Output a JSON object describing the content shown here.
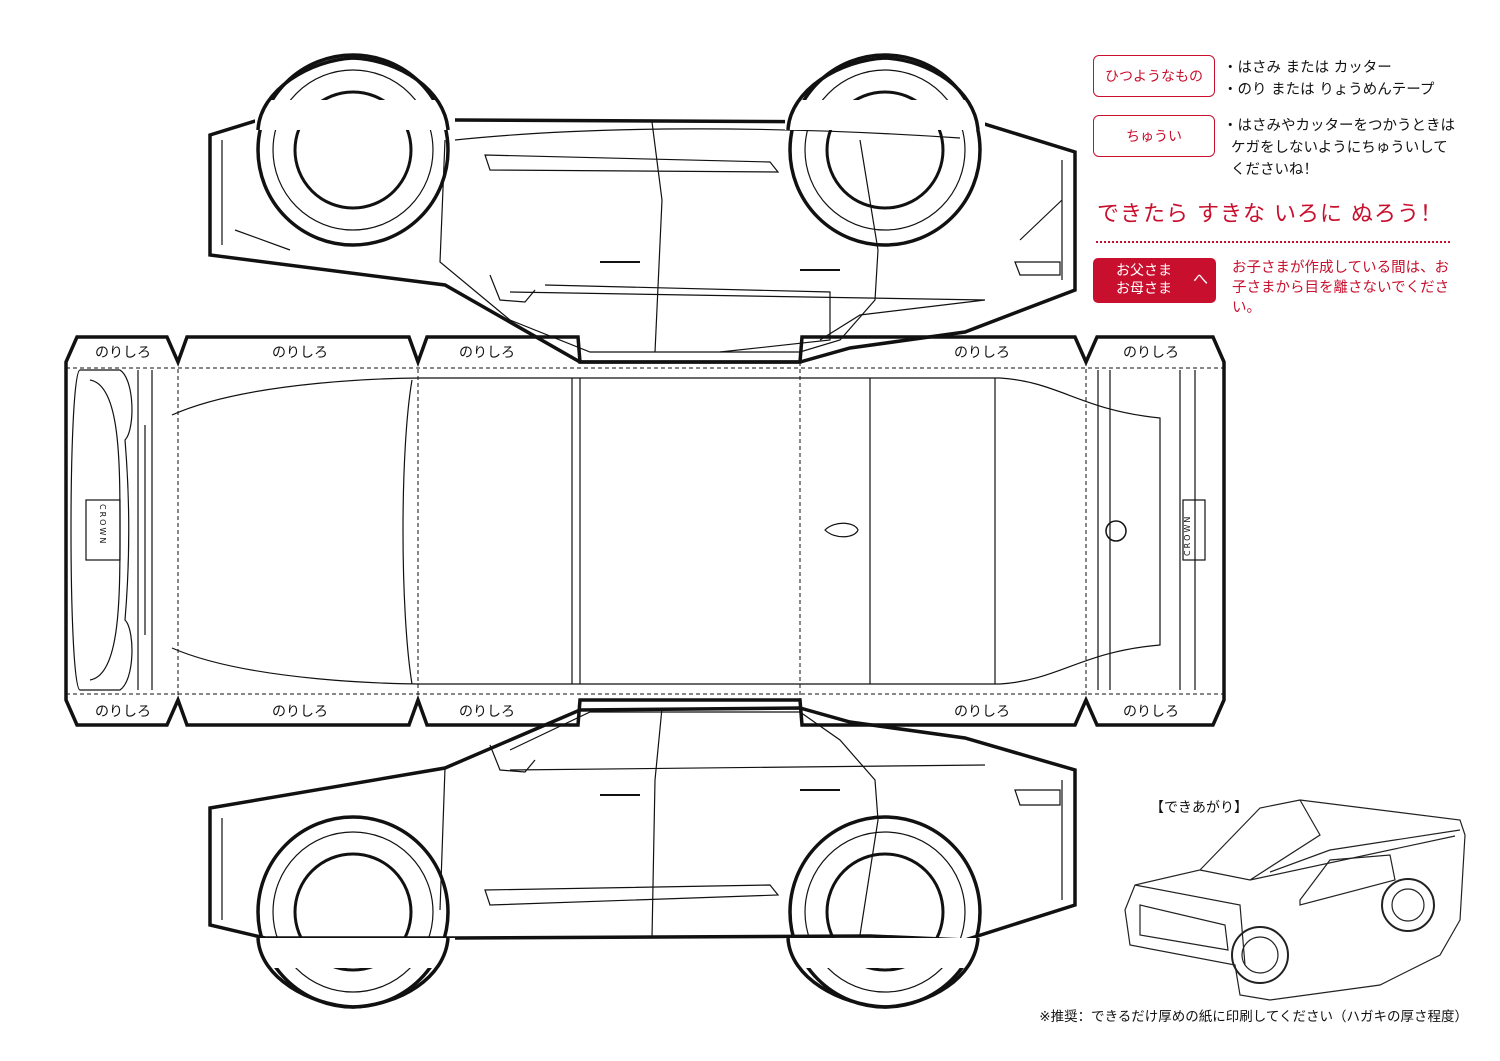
{
  "glue_tab_label": "のりしろ",
  "instructions": {
    "needed_label": "ひつようなもの",
    "needed_items": [
      "・はさみ または カッター",
      "・のり または りょうめんテープ"
    ],
    "caution_label": "ちゅうい",
    "caution_lines": [
      "・はさみやカッターをつかうときは",
      "ケガをしないようにちゅういして",
      "くださいね！"
    ],
    "paint_message": "できたら すきな いろに ぬろう！",
    "parents_label_line1": "お父さま",
    "parents_label_line2": "お母さま",
    "parents_label_suffix": "へ",
    "parents_note": "お子さまが作成している間は、お子さまから目を離さないでください。"
  },
  "completed_label": "【できあがり】",
  "car_badge_text": "CROWN",
  "recommendation": "※推奨：できるだけ厚めの紙に印刷してください（ハガキの厚さ程度）",
  "colors": {
    "accent": "#c8102e",
    "ink": "#111111"
  }
}
